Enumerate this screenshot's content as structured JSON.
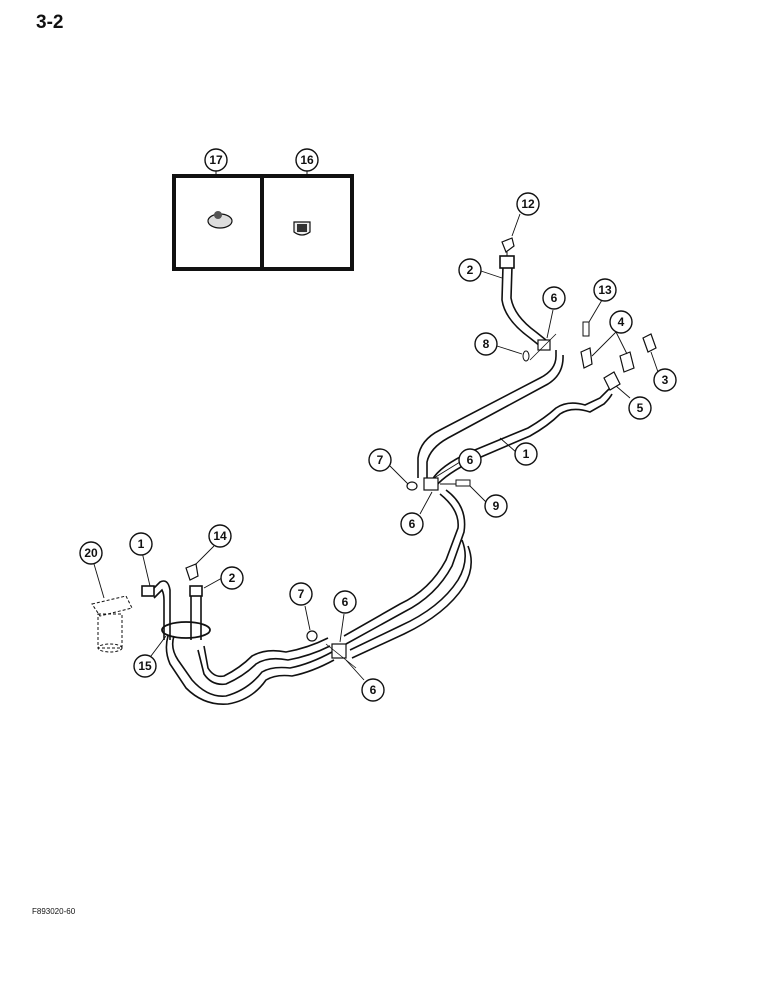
{
  "page_number": "3-2",
  "figure_code": "F893020-60",
  "callouts": [
    {
      "id": "c17-top",
      "label": "17"
    },
    {
      "id": "c16-top",
      "label": "16"
    },
    {
      "id": "c12",
      "label": "12"
    },
    {
      "id": "c2-top",
      "label": "2"
    },
    {
      "id": "c6-top",
      "label": "6"
    },
    {
      "id": "c13",
      "label": "13"
    },
    {
      "id": "c4",
      "label": "4"
    },
    {
      "id": "c8",
      "label": "8"
    },
    {
      "id": "c3",
      "label": "3"
    },
    {
      "id": "c5",
      "label": "5"
    },
    {
      "id": "c1-mid",
      "label": "1"
    },
    {
      "id": "c7-mid",
      "label": "7"
    },
    {
      "id": "c6-mid",
      "label": "6"
    },
    {
      "id": "c9",
      "label": "9"
    },
    {
      "id": "c6-mid2",
      "label": "6"
    },
    {
      "id": "c14",
      "label": "14"
    },
    {
      "id": "c1-left",
      "label": "1"
    },
    {
      "id": "c20",
      "label": "20"
    },
    {
      "id": "c2-left",
      "label": "2"
    },
    {
      "id": "c7-low",
      "label": "7"
    },
    {
      "id": "c6-low",
      "label": "6"
    },
    {
      "id": "c15",
      "label": "15"
    },
    {
      "id": "c6-bottom",
      "label": "6"
    }
  ]
}
